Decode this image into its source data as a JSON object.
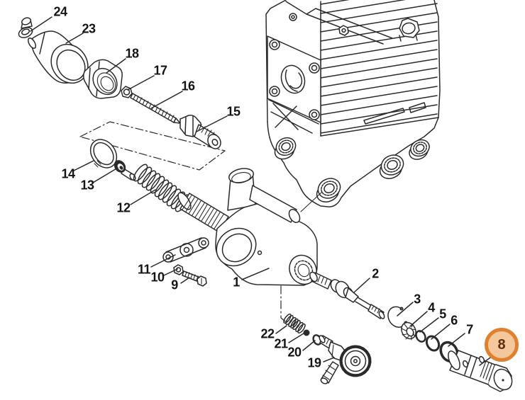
{
  "diagram": {
    "type": "exploded-parts-diagram",
    "background": "#ffffff",
    "line_color": "#2a2a2a",
    "label_color": "#141414",
    "selected_part": "8",
    "highlight": {
      "ring": "#e0812f",
      "fill": "#f5c79c",
      "text": "#5a2f10"
    },
    "labels": {
      "p1": "1",
      "p2": "2",
      "p3": "3",
      "p4": "4",
      "p5": "5",
      "p6": "6",
      "p7": "7",
      "p8": "8",
      "p9": "9",
      "p10": "10",
      "p11": "11",
      "p12": "12",
      "p13": "13",
      "p14": "14",
      "p15": "15",
      "p16": "16",
      "p17": "17",
      "p18": "18",
      "p19": "19",
      "p20": "20",
      "p21": "21",
      "p22": "22",
      "p23": "23",
      "p24": "24"
    }
  }
}
